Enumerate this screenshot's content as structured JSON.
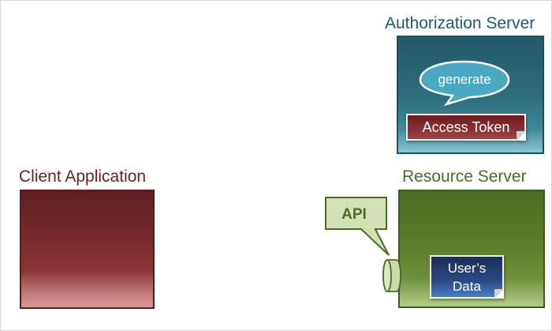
{
  "diagram": {
    "authorization_server": {
      "title": "Authorization Server",
      "speech_bubble": "generate",
      "token_label": "Access Token",
      "color": "#2e6f80"
    },
    "resource_server": {
      "title": "Resource Server",
      "api_callout": "API",
      "data_label_line1": "User’s",
      "data_label_line2": "Data",
      "color": "#5f7f2e"
    },
    "client_application": {
      "title": "Client Application",
      "color": "#7a2b2e"
    }
  }
}
